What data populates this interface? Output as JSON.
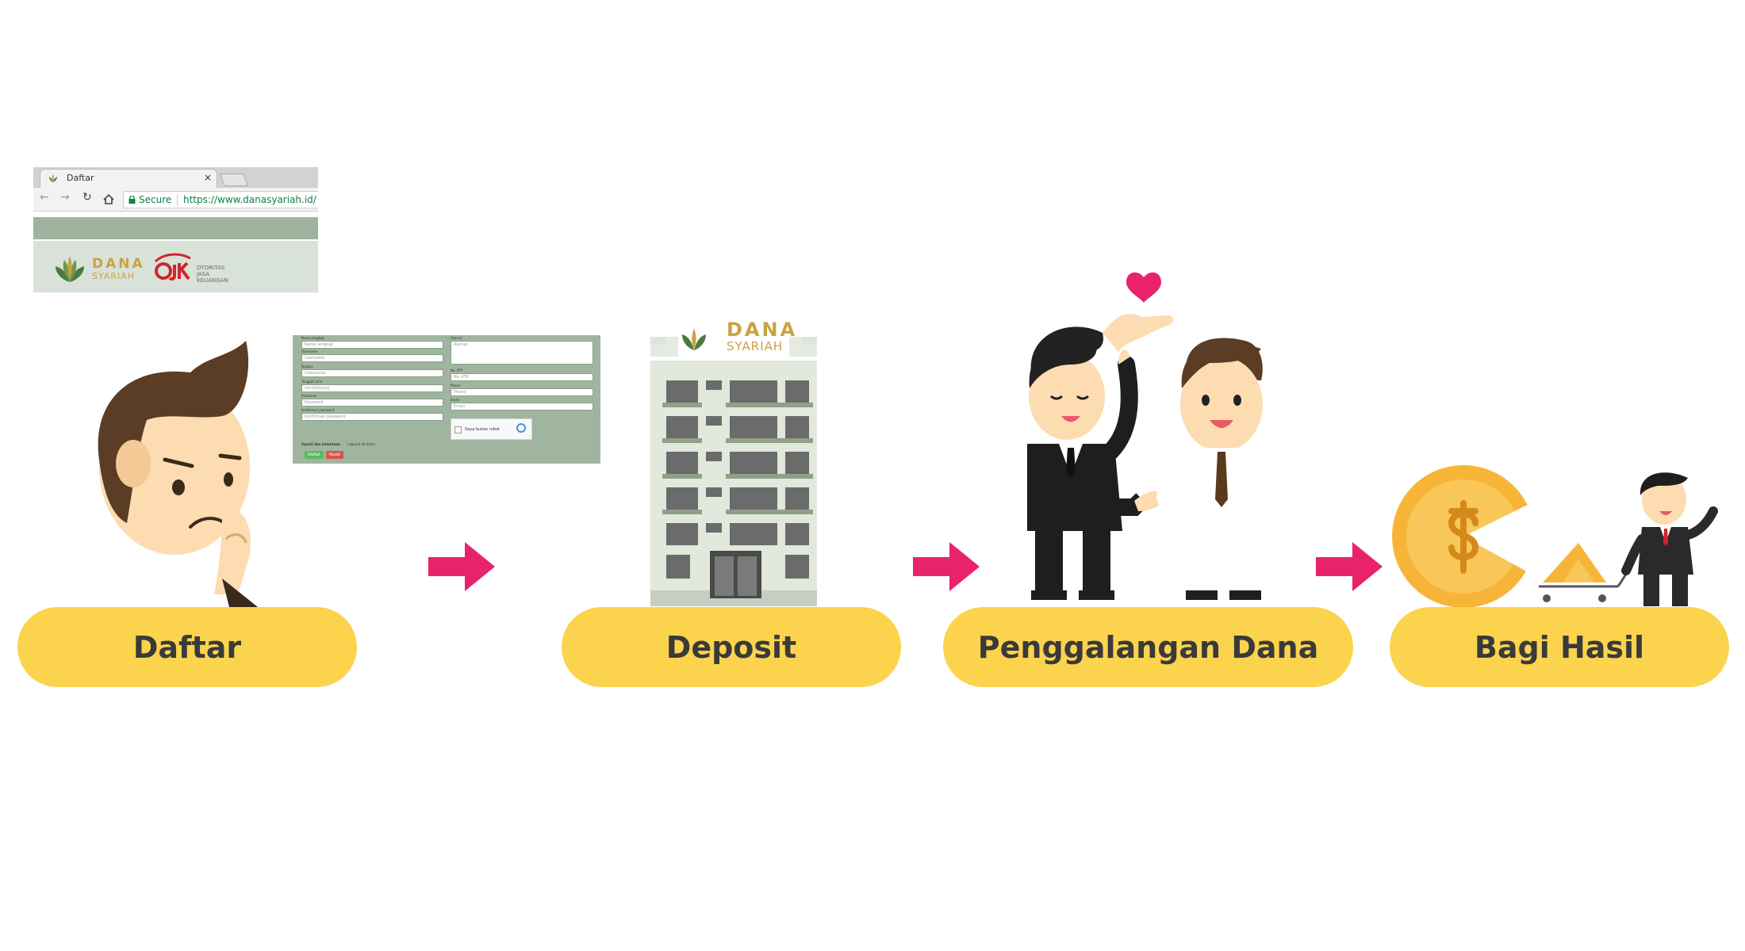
{
  "browser": {
    "tab_title": "Daftar",
    "close_glyph": "×",
    "secure_label": "Secure",
    "url": "https://www.danasyariah.id/"
  },
  "logo": {
    "dana": "DANA",
    "syariah": "SYARIAH"
  },
  "ojk": {
    "letters": "OJK",
    "line1": "OTORITAS",
    "line2": "JASA",
    "line3": "KEUANGAN"
  },
  "form": {
    "fields_left": [
      {
        "label": "Nama lengkap",
        "placeholder": "Nama lengkap"
      },
      {
        "label": "Username",
        "placeholder": "Username"
      },
      {
        "label": "Negara",
        "placeholder": "Indonesian"
      },
      {
        "label": "Tanggal Lahir",
        "placeholder": "mm/dd/yyyy"
      },
      {
        "label": "Password",
        "placeholder": "Password"
      },
      {
        "label": "Konfirmasi password",
        "placeholder": "Konfirmasi password"
      }
    ],
    "fields_right": [
      {
        "label": "Alamat",
        "placeholder": "Alamat"
      },
      {
        "label": "No. KTP",
        "placeholder": "No. KTP"
      },
      {
        "label": "Phone",
        "placeholder": "Phone"
      },
      {
        "label": "Email",
        "placeholder": "Email"
      }
    ],
    "terms_text": "Syarat dan ketentuan",
    "agree_text": "I agreed all terms",
    "captcha_text": "Saya bukan robot",
    "submit_label": "Daftar",
    "reset_label": "Reset"
  },
  "steps": [
    {
      "label": "Daftar"
    },
    {
      "label": "Deposit"
    },
    {
      "label": "Penggalangan Dana"
    },
    {
      "label": "Bagi Hasil"
    }
  ],
  "colors": {
    "pill": "#fbd34d",
    "arrow": "#e8236b",
    "logo_gold": "#c9a242",
    "logo_green": "#4a7a3e",
    "form_bg": "#a0b5a0"
  }
}
